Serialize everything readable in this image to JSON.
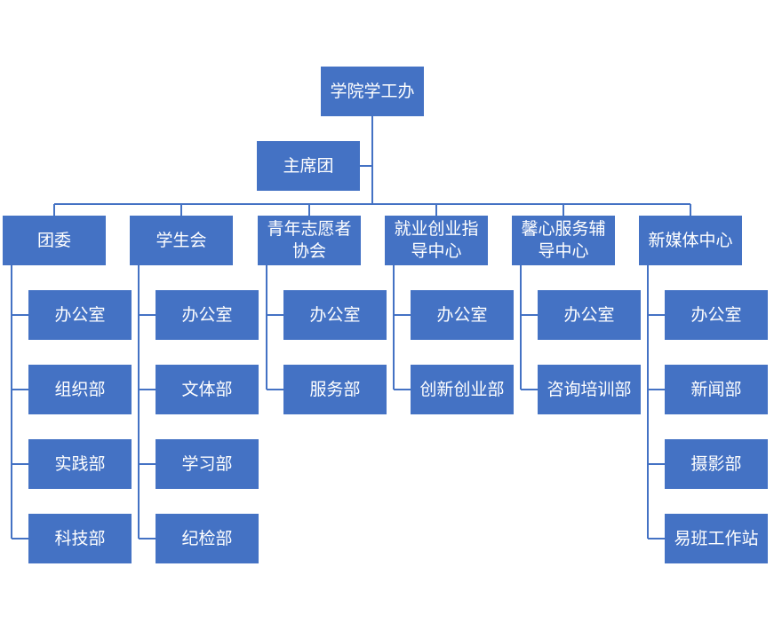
{
  "colors": {
    "box_fill": "#4472c4",
    "box_text": "#ffffff",
    "connector": "#4472c4"
  },
  "root": "学院学工办",
  "assistant": "主席团",
  "departments": [
    {
      "name": "团委",
      "children": [
        "办公室",
        "组织部",
        "实践部",
        "科技部"
      ]
    },
    {
      "name": "学生会",
      "children": [
        "办公室",
        "文体部",
        "学习部",
        "纪检部"
      ]
    },
    {
      "name": "青年志愿者协会",
      "children": [
        "办公室",
        "服务部"
      ]
    },
    {
      "name": "就业创业指导中心",
      "children": [
        "办公室",
        "创新创业部"
      ]
    },
    {
      "name": "馨心服务辅导中心",
      "children": [
        "办公室",
        "咨询培训部"
      ]
    },
    {
      "name": "新媒体中心",
      "children": [
        "办公室",
        "新闻部",
        "摄影部",
        "易班工作站"
      ]
    }
  ]
}
